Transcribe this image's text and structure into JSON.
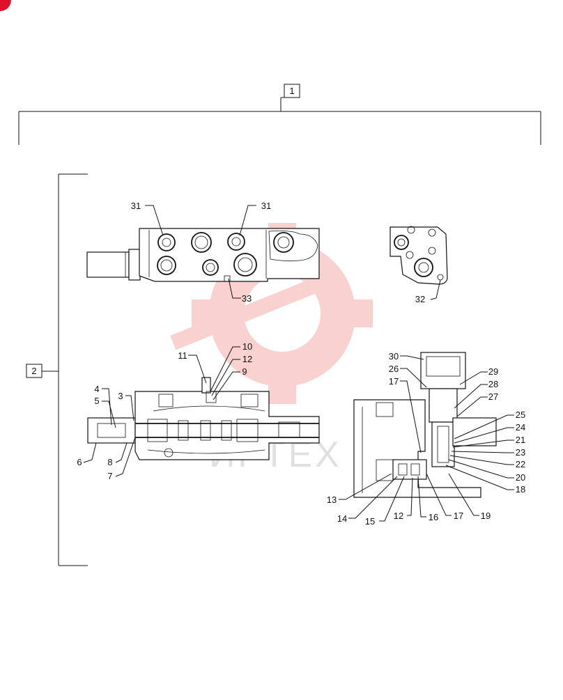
{
  "assembly_label": "1",
  "subassembly_label": "2",
  "watermark": {
    "text": "ИРТЕХ",
    "color": "#e5332a"
  },
  "callouts": {
    "c31a": "31",
    "c31b": "31",
    "c33": "33",
    "c32": "32",
    "c11": "11",
    "c10": "10",
    "c12a": "12",
    "c9": "9",
    "c4": "4",
    "c5": "5",
    "c3": "3",
    "c6": "6",
    "c8": "8",
    "c7": "7",
    "c30": "30",
    "c26": "26",
    "c17a": "17",
    "c29": "29",
    "c28": "28",
    "c27": "27",
    "c25": "25",
    "c24": "24",
    "c21": "21",
    "c23": "23",
    "c22": "22",
    "c20": "20",
    "c18": "18",
    "c13": "13",
    "c14": "14",
    "c15": "15",
    "c12b": "12",
    "c16": "16",
    "c17b": "17",
    "c19": "19"
  }
}
